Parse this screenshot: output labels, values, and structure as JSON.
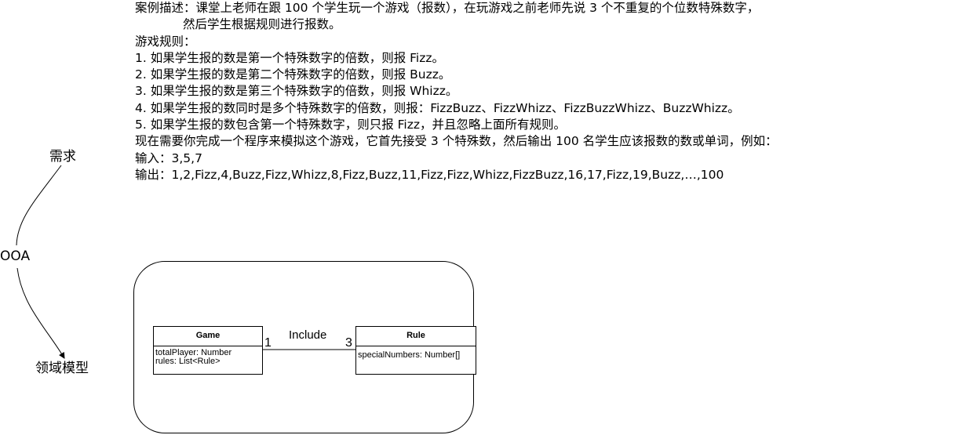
{
  "description": {
    "lines": [
      "案例描述：课堂上老师在跟 100 个学生玩一个游戏（报数），在玩游戏之前老师先说 3 个不重复的个位数特殊数字，",
      "然后学生根据规则进行报数。",
      "游戏规则：",
      "1. 如果学生报的数是第一个特殊数字的倍数，则报 Fizz。",
      "2. 如果学生报的数是第二个特殊数字的倍数，则报 Buzz。",
      "3. 如果学生报的数是第三个特殊数字的倍数，则报 Whizz。",
      "4. 如果学生报的数同时是多个特殊数字的倍数，则报：FizzBuzz、FizzWhizz、FizzBuzzWhizz、BuzzWhizz。",
      "5. 如果学生报的数包含第一个特殊数字，则只报 Fizz，并且忽略上面所有规则。",
      "现在需要你完成一个程序来模拟这个游戏，它首先接受 3 个特殊数，然后输出 100 名学生应该报数的数或单词，例如：",
      "输入：3,5,7",
      "输出：1,2,Fizz,4,Buzz,Fizz,Whizz,8,Fizz,Buzz,11,Fizz,Fizz,Whizz,FizzBuzz,16,17,Fizz,19,Buzz,…,100"
    ]
  },
  "flow": {
    "requirement": "需求",
    "ooa": "OOA",
    "domain_model": "领域模型"
  },
  "model": {
    "game": {
      "name": "Game",
      "attributes": [
        "totalPlayer: Number",
        "rules: List<Rule>"
      ]
    },
    "rule": {
      "name": "Rule",
      "attributes": [
        "specialNumbers: Number[]"
      ]
    },
    "association": {
      "label": "Include",
      "source_multiplicity": "1",
      "target_multiplicity": "3"
    }
  }
}
